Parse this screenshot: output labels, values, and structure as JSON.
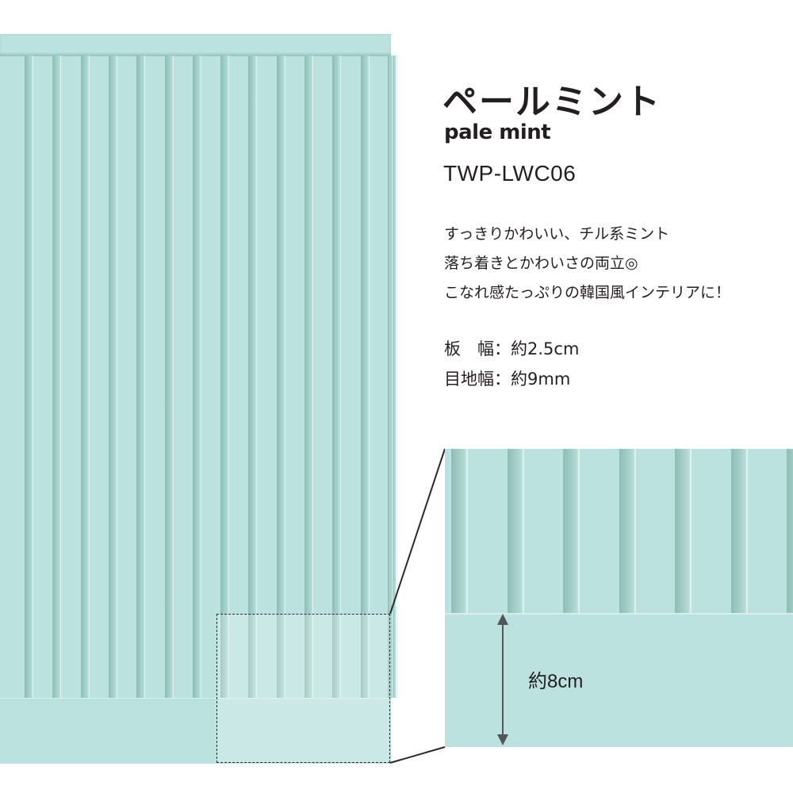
{
  "product": {
    "name_jp": "ペールミント",
    "name_en": "pale mint",
    "code": "TWP-LWC06"
  },
  "description": [
    "すっきりかわいい、チル系ミント",
    "落ち着きとかわいさの両立◎",
    "こなれ感たっぷりの韓国風インテリアに！"
  ],
  "specs": [
    {
      "label": "板　幅",
      "value": "約2.5cm",
      "text": "板　幅：約2.5cm"
    },
    {
      "label": "目地幅",
      "value": "約9mm",
      "text": "目地幅：約9mm"
    }
  ],
  "detail": {
    "baseboard_height_label": "約8cm"
  },
  "colors": {
    "panel": "#bbe2de",
    "groove_dark": "#8fbdb6",
    "highlight": "#dcf2ef",
    "text": "#231f20",
    "background": "#ffffff"
  }
}
